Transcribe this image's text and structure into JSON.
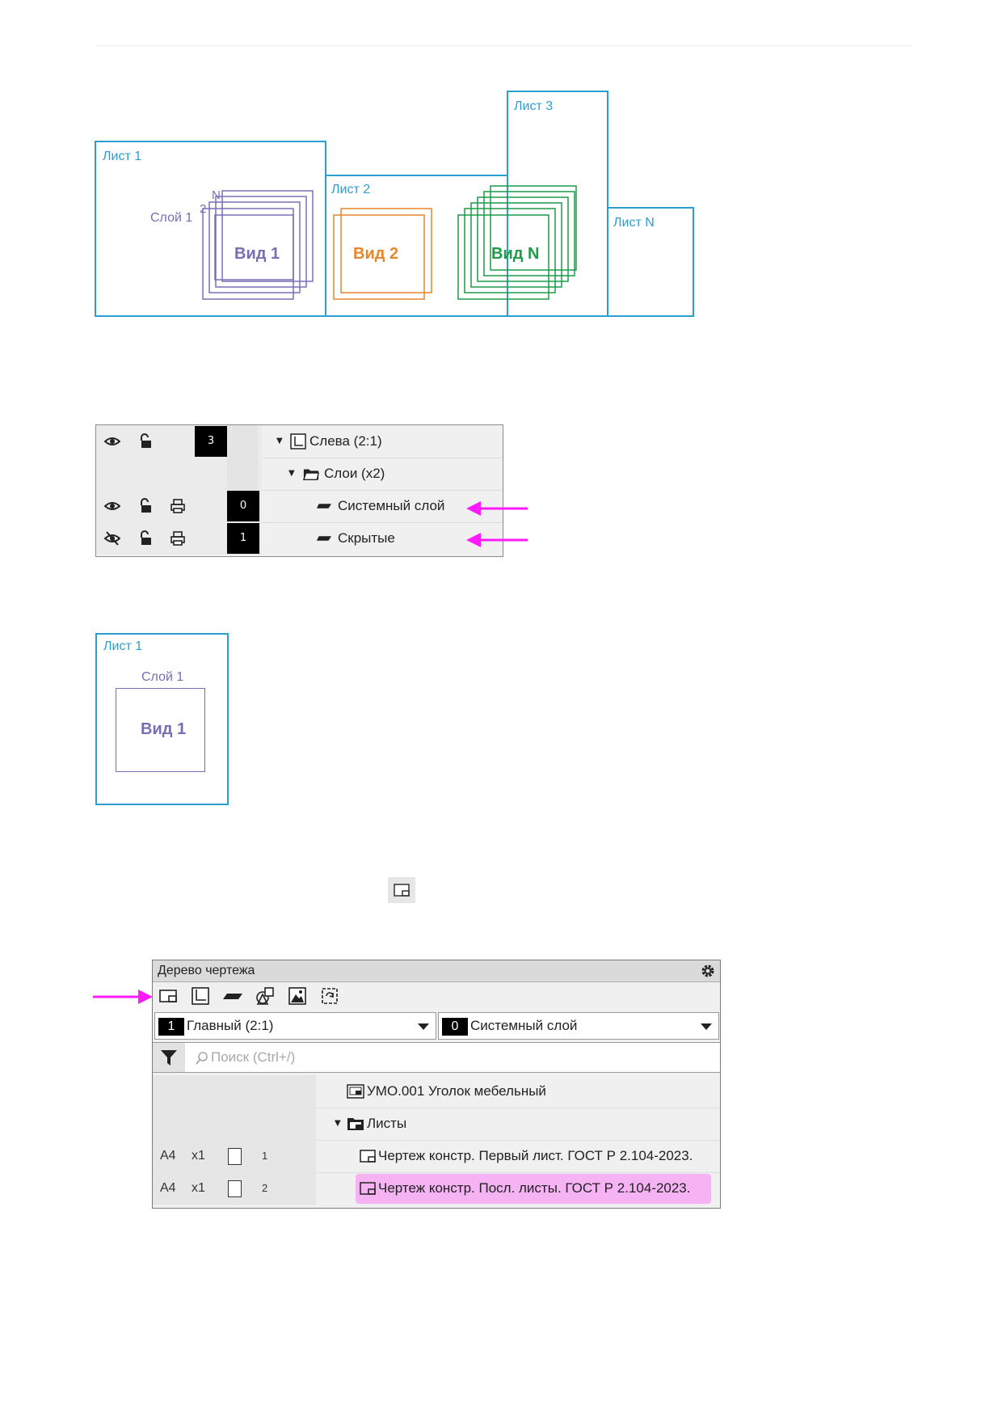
{
  "diagram1": {
    "sheets": [
      "Лист 1",
      "Лист 2",
      "Лист 3",
      "Лист N"
    ],
    "layer_labels": [
      "Слой 1",
      "2",
      "N"
    ],
    "views": [
      "Вид 1",
      "Вид 2",
      "Вид N"
    ],
    "colors": {
      "sheet": "#2a9fd0",
      "view1": "#7b6db5",
      "view2": "#e8862a",
      "viewN": "#1e9a4b"
    }
  },
  "layer_table": {
    "rows": [
      {
        "badge": "3",
        "label": "Слева (2:1)",
        "visible": true
      },
      {
        "badge": "",
        "label": "Слои (x2)"
      },
      {
        "badge": "0",
        "label": "Системный слой",
        "visible": true
      },
      {
        "badge": "1",
        "label": "Скрытые",
        "visible": false
      }
    ]
  },
  "small_sheet": {
    "sheet": "Лист 1",
    "layer": "Слой 1",
    "view": "Вид 1"
  },
  "tree_panel": {
    "title": "Дерево чертежа",
    "view_combo": {
      "badge": "1",
      "text": "Главный (2:1)"
    },
    "layer_combo": {
      "badge": "0",
      "text": "Системный слой"
    },
    "search_placeholder": "Поиск (Ctrl+/)",
    "rows": [
      {
        "label": "УМО.001 Уголок мебельный"
      },
      {
        "label": "Листы"
      },
      {
        "format": "A4",
        "mult": "x1",
        "num": "1",
        "label": "Чертеж констр. Первый лист. ГОСТ Р 2.104-2023."
      },
      {
        "format": "A4",
        "mult": "x1",
        "num": "2",
        "label": "Чертеж констр. Посл. листы. ГОСТ Р 2.104-2023.",
        "highlighted": true
      }
    ]
  },
  "accent_colors": {
    "arrow": "#ff1aff",
    "highlight": "#f6b3f3"
  }
}
